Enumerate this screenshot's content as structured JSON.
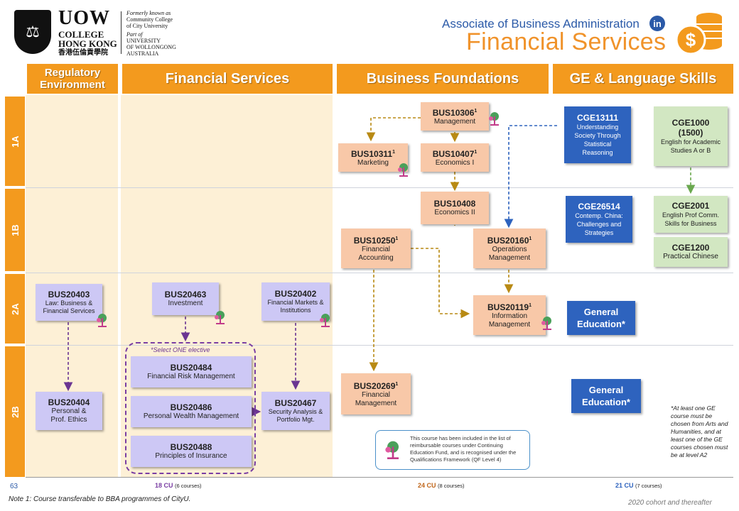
{
  "logo": {
    "name": "UOW",
    "line2": "COLLEGE",
    "line3": "HONG KONG",
    "zh": "香港伍倫貢學院",
    "formerly": "Formerly known as",
    "formerly_name1": "Community College",
    "formerly_name2": "of City University",
    "part_of": "Part of",
    "uni1": "UNIVERSITY",
    "uni2": "OF WOLLONGONG",
    "uni3": "AUSTRALIA"
  },
  "header": {
    "small_title": "Associate of Business Administration",
    "in_badge": "in",
    "big_title": "Financial Services",
    "icon": "coins-dollar-icon"
  },
  "columns": [
    {
      "label": "Regulatory Environment"
    },
    {
      "label": "Financial Services"
    },
    {
      "label": "Business Foundations"
    },
    {
      "label": "GE & Language Skills"
    }
  ],
  "rows": [
    "1A",
    "1B",
    "2A",
    "2B"
  ],
  "courses": {
    "bus10306": {
      "code": "BUS10306",
      "sup": "1",
      "name": "Management"
    },
    "bus10311": {
      "code": "BUS10311",
      "sup": "1",
      "name": "Marketing"
    },
    "bus10407": {
      "code": "BUS10407",
      "sup": "1",
      "name": "Economics I"
    },
    "bus10408": {
      "code": "BUS10408",
      "sup": "",
      "name": "Economics II"
    },
    "bus10250": {
      "code": "BUS10250",
      "sup": "1",
      "name": "Financial Accounting"
    },
    "bus20160": {
      "code": "BUS20160",
      "sup": "1",
      "name": "Operations Management"
    },
    "bus20119": {
      "code": "BUS20119",
      "sup": "1",
      "name": "Information Management"
    },
    "bus20269": {
      "code": "BUS20269",
      "sup": "1",
      "name": "Financial Management"
    },
    "bus20403": {
      "code": "BUS20403",
      "name": "Law: Business & Financial Services"
    },
    "bus20404": {
      "code": "BUS20404",
      "name": "Personal & Prof. Ethics"
    },
    "bus20463": {
      "code": "BUS20463",
      "name": "Investment"
    },
    "bus20402": {
      "code": "BUS20402",
      "name": "Financial Markets & Institutions"
    },
    "bus20484": {
      "code": "BUS20484",
      "name": "Financial Risk Management"
    },
    "bus20486": {
      "code": "BUS20486",
      "name": "Personal Wealth Management"
    },
    "bus20488": {
      "code": "BUS20488",
      "name": "Principles of Insurance"
    },
    "bus20467": {
      "code": "BUS20467",
      "name": "Security Analysis & Portfolio Mgt."
    },
    "cge13111": {
      "code": "CGE13111",
      "name": "Understanding Society Through Statistical Reasoning"
    },
    "cge26514": {
      "code": "CGE26514",
      "name": "Contemp. China: Challenges and Strategies"
    },
    "cge1000": {
      "code": "CGE1000 (1500)",
      "name": "English for Academic Studies A or B"
    },
    "cge2001": {
      "code": "CGE2001",
      "name": "English Prof Comm. Skills for Business"
    },
    "cge1200": {
      "code": "CGE1200",
      "name": "Practical Chinese"
    },
    "ge1": {
      "label": "General Education*"
    },
    "ge2": {
      "label": "General Education*"
    }
  },
  "select_note": "*Select ONE elective",
  "cef_note": "This course has been included in the list of reimbursable courses under Continuing Education Fund, and is recognised under the Qualifications Framework (QF Level 4)",
  "ge_note": "*At least one GE course must be chosen from Arts and Humanities, and at least one of the GE courses chosen must be at level A2",
  "credits": [
    {
      "value": "18 CU",
      "detail": "(6 courses)"
    },
    {
      "value": "24 CU",
      "detail": "(8 courses)"
    },
    {
      "value": "21 CU",
      "detail": "(7 courses)"
    }
  ],
  "colors": {
    "financial_cu": "#7a3ea3",
    "business_cu": "#c0661a",
    "ge_cu": "#2e63be"
  },
  "page_number": "63",
  "footnote": "Note 1: Course transferable to BBA programmes of CityU.",
  "cohort": "2020 cohort and thereafter"
}
